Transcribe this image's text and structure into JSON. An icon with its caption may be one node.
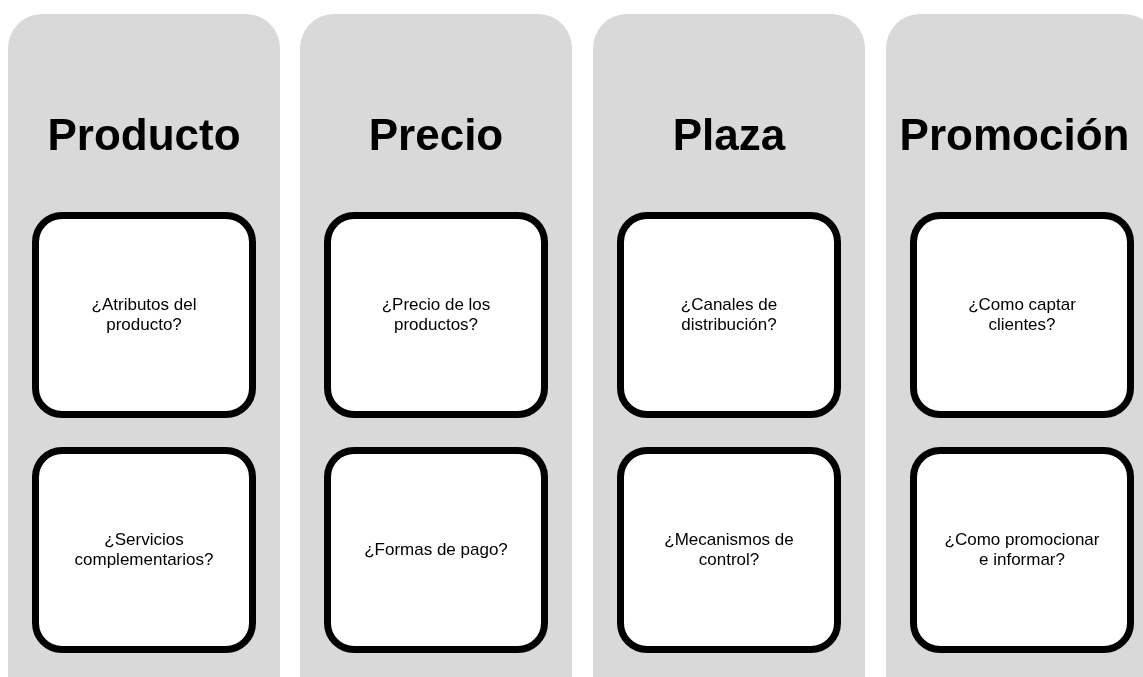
{
  "diagram": {
    "nodes": [
      {
        "text": [
          "Producto"
        ]
      },
      {
        "text": [
          "¿Atributos del producto?"
        ],
        "in": 0
      },
      {
        "text": [
          "¿Servicios complementarios?"
        ],
        "in": 0
      },
      {
        "text": [
          "Precio"
        ]
      },
      {
        "text": [
          "¿Precio de los productos?"
        ],
        "in": 3
      },
      {
        "text": [
          "¿Formas de pago?"
        ],
        "in": 3
      },
      {
        "text": [
          "Plaza"
        ]
      },
      {
        "text": [
          "¿Canales de distribución?"
        ],
        "in": 6
      },
      {
        "text": [
          "¿Mecanismos de control?"
        ],
        "in": 6
      },
      {
        "text": [
          "Promoción"
        ]
      },
      {
        "text": [
          "¿Como captar clientes?"
        ],
        "in": 9
      },
      {
        "text": [
          "¿Como promocionar e informar?"
        ],
        "in": 9
      }
    ]
  }
}
